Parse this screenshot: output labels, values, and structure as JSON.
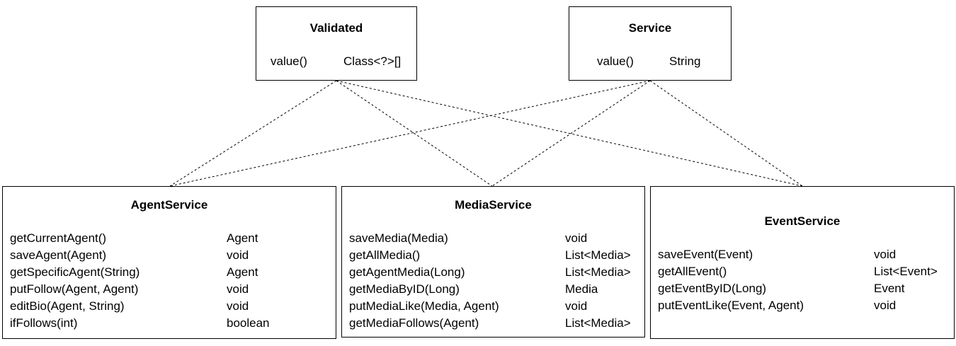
{
  "annotations": [
    {
      "name": "Validated",
      "members": [
        {
          "method": "value()",
          "type": "Class<?>[]"
        }
      ]
    },
    {
      "name": "Service",
      "members": [
        {
          "method": "value()",
          "type": "String"
        }
      ]
    }
  ],
  "classes": [
    {
      "name": "AgentService",
      "members": [
        {
          "method": "getCurrentAgent()",
          "type": "Agent"
        },
        {
          "method": "saveAgent(Agent)",
          "type": "void"
        },
        {
          "method": "getSpecificAgent(String)",
          "type": "Agent"
        },
        {
          "method": "putFollow(Agent, Agent)",
          "type": "void"
        },
        {
          "method": "editBio(Agent, String)",
          "type": "void"
        },
        {
          "method": "ifFollows(int)",
          "type": "boolean"
        }
      ]
    },
    {
      "name": "MediaService",
      "members": [
        {
          "method": "saveMedia(Media)",
          "type": "void"
        },
        {
          "method": "getAllMedia()",
          "type": "List<Media>"
        },
        {
          "method": "getAgentMedia(Long)",
          "type": "List<Media>"
        },
        {
          "method": "getMediaByID(Long)",
          "type": "Media"
        },
        {
          "method": "putMediaLike(Media, Agent)",
          "type": "void"
        },
        {
          "method": "getMediaFollows(Agent)",
          "type": "List<Media>"
        }
      ]
    },
    {
      "name": "EventService",
      "members": [
        {
          "method": "saveEvent(Event)",
          "type": "void"
        },
        {
          "method": "getAllEvent()",
          "type": "List<Event>"
        },
        {
          "method": "getEventByID(Long)",
          "type": "Event"
        },
        {
          "method": "putEventLike(Event, Agent)",
          "type": "void"
        }
      ]
    }
  ]
}
